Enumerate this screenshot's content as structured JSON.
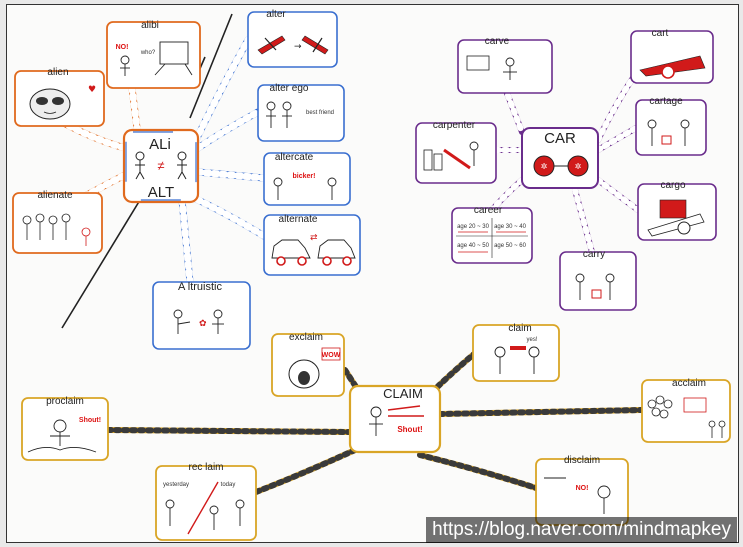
{
  "colors": {
    "alt_family": "#3a6fd0",
    "car_family": "#6a2d8c",
    "claim_family": "#d9a526",
    "alien_orange": "#e06a1e",
    "accent_red": "#d11a1a"
  },
  "alt_group": {
    "hub_top": "ALi",
    "hub_bottom": "ALT",
    "nodes": {
      "alibi": "alibi",
      "alien": "alien",
      "alienate": "alienate",
      "alter": "alter",
      "alter_ego": "alter ego",
      "altercate": "altercate",
      "alternate": "alternate",
      "altruistic": "A ltruistic"
    },
    "notes": {
      "alibi_no": "NO!",
      "alibi_who": "who?",
      "alter_ego_note": "best friend",
      "altercate_note": "bicker!"
    }
  },
  "car_group": {
    "hub": "CAR",
    "nodes": {
      "carve": "carve",
      "cart": "cart",
      "cartage": "cartage",
      "carpenter": "carpenter",
      "cargo": "cargo",
      "career": "career",
      "carry": "carry"
    },
    "notes": {
      "career_rows": [
        "age 20 ~ 30",
        "age 30 ~ 40",
        "age 40 ~ 50",
        "age 50 ~ 60"
      ]
    }
  },
  "claim_group": {
    "hub": "CLAIM",
    "hub_note": "Shout!",
    "nodes": {
      "exclaim": "exclaim",
      "claim": "claim",
      "acclaim": "acclaim",
      "proclaim": "proclaim",
      "reclaim": "rec laim",
      "disclaim": "disclaim"
    },
    "notes": {
      "exclaim_note": "WOW",
      "claim_note": "yes!",
      "proclaim_note": "Shout!",
      "disclaim_no": "NO!",
      "reclaim_left": "yesterday",
      "reclaim_right": "today"
    }
  },
  "watermark": "https://blog.naver.com/mindmapkey"
}
